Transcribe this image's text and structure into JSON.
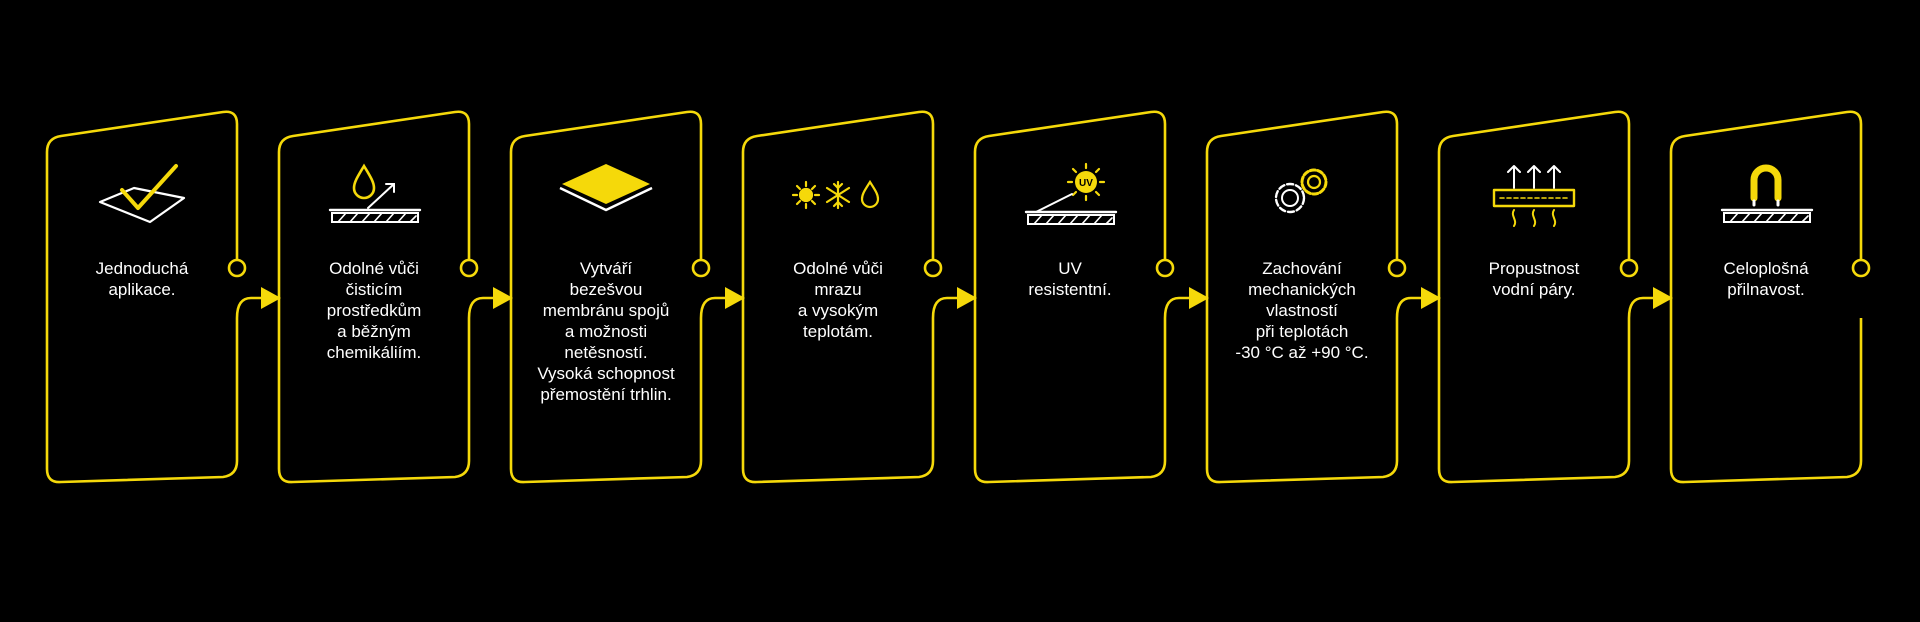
{
  "accent_color": "#f5d90a",
  "background_color": "#000000",
  "cards": [
    {
      "icon": "checkmark-surface-icon",
      "text": "Jednoduchá\naplikace."
    },
    {
      "icon": "chemical-resistant-icon",
      "text": "Odolné vůči\nčisticím\nprostředkům\na běžným\nchemikáliím."
    },
    {
      "icon": "seamless-membrane-icon",
      "text": "Vytváří\nbezešvou\nmembránu spojů\na možnosti\nnetěsností.\nVysoká schopnost\npřemostění trhlin."
    },
    {
      "icon": "sun-snow-drop-icon",
      "text": "Odolné vůči\nmrazu\na vysokým\nteplotám."
    },
    {
      "icon": "uv-resistant-icon",
      "text": "UV\nresistentní."
    },
    {
      "icon": "gears-icon",
      "text": "Zachování\nmechanických\nvlastností\npři teplotách\n-30 °C až +90 °C."
    },
    {
      "icon": "vapor-permeable-icon",
      "text": "Propustnost\nvodní páry."
    },
    {
      "icon": "magnet-adhesion-icon",
      "text": "Celoplošná\npřilnavost."
    }
  ]
}
